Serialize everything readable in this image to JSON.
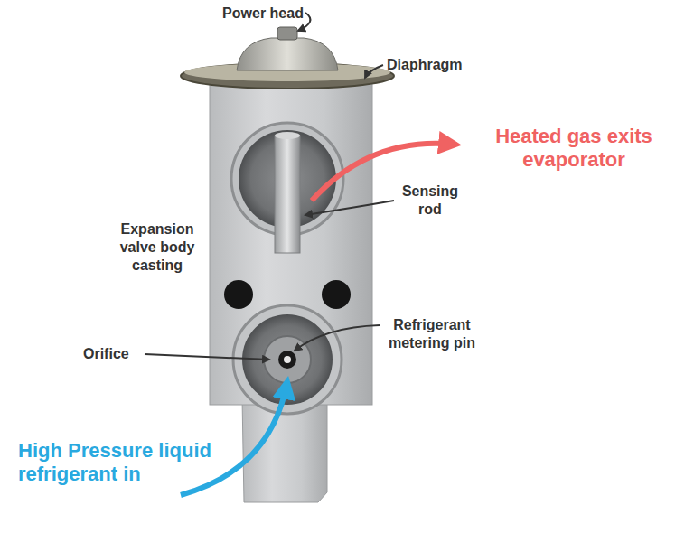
{
  "diagram": {
    "labels": [
      "Power head",
      "Diaphragm",
      "Heated gas exits evaporator",
      "Sensing rod",
      "Expansion valve body casting",
      "Orifice",
      "Refrigerant metering pin",
      "High Pressure liquid refrigerant in"
    ]
  }
}
